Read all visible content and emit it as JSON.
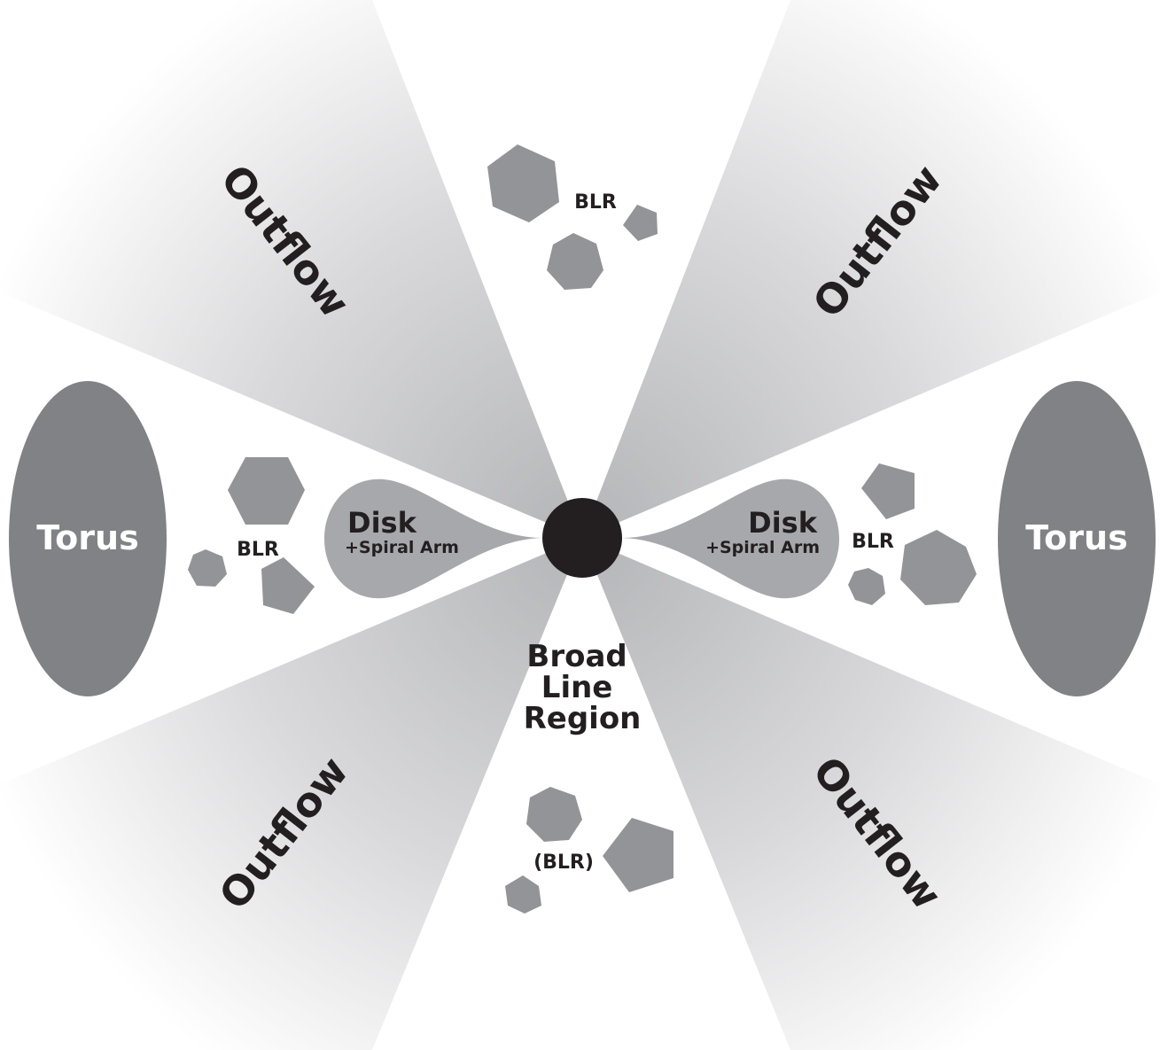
{
  "labels": {
    "outflow_top_left": "Outflow",
    "outflow_top_right": "Outflow",
    "outflow_bottom_left": "Outflow",
    "outflow_bottom_right": "Outflow",
    "torus_left": "Torus",
    "torus_right": "Torus",
    "disk_left": "Disk",
    "disk_left_sub": "+Spiral Arm",
    "disk_right": "Disk",
    "disk_right_sub": "+Spiral Arm",
    "blr_top": "BLR",
    "blr_left": "BLR",
    "blr_right": "BLR",
    "blr_bottom": "(BLR)",
    "broad_line_region": [
      "Broad",
      "Line",
      "Region"
    ]
  },
  "colors": {
    "background": "#ffffff",
    "outflow_shade": "#c9c9cb",
    "torus": "#818285",
    "disk": "#a7a8ab",
    "cloud": "#939497",
    "black_hole": "#231f20",
    "text_dark": "#231f20",
    "text_light": "#ffffff"
  }
}
